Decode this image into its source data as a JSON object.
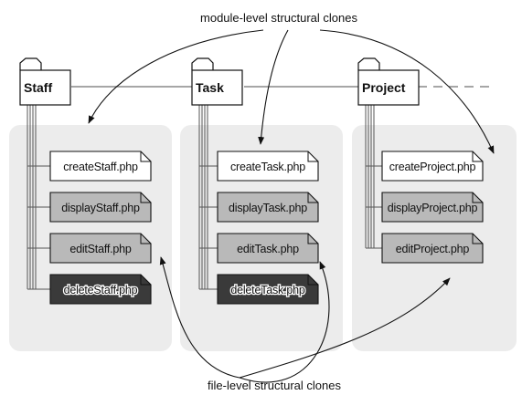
{
  "captions": {
    "top": "module-level structural clones",
    "bottom": "file-level structural clones"
  },
  "modules": [
    {
      "name": "Staff",
      "files": [
        {
          "label": "createStaff.php",
          "shade": "light"
        },
        {
          "label": "displayStaff.php",
          "shade": "medium"
        },
        {
          "label": "editStaff.php",
          "shade": "medium"
        },
        {
          "label": "deleteStaff.php",
          "shade": "dark"
        }
      ]
    },
    {
      "name": "Task",
      "files": [
        {
          "label": "createTask.php",
          "shade": "light"
        },
        {
          "label": "displayTask.php",
          "shade": "medium"
        },
        {
          "label": "editTask.php",
          "shade": "medium"
        },
        {
          "label": "deleteTask.php",
          "shade": "dark"
        }
      ]
    },
    {
      "name": "Project",
      "files": [
        {
          "label": "createProject.php",
          "shade": "light"
        },
        {
          "label": "displayProject.php",
          "shade": "medium"
        },
        {
          "label": "editProject.php",
          "shade": "medium"
        }
      ]
    }
  ],
  "colors": {
    "light": "#ffffff",
    "medium": "#b9b9b9",
    "dark": "#3a3a3a",
    "panel": "#ececec"
  }
}
